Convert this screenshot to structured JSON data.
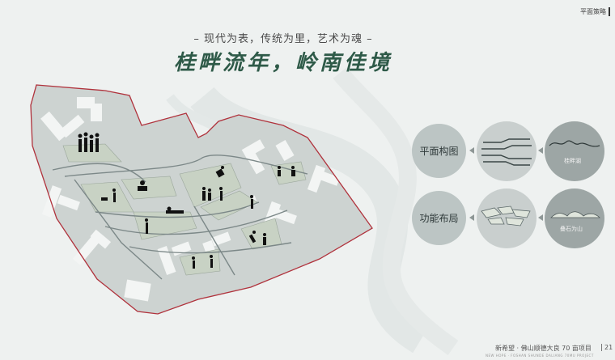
{
  "header": {
    "section_tag": "平面策略",
    "subtitle": "– 现代为表，传统为里，艺术为魂 –",
    "title": "桂畔流年，岭南佳境"
  },
  "diagram": {
    "row1_label": "平面构图",
    "row1_caption": "桂畔湖",
    "row2_label": "功能布局",
    "row2_caption": "叠石为山"
  },
  "footer": {
    "project": "新希望 · 佛山顺德大良 70 亩项目",
    "english": "NEW HOPE · FOSHAN SHUNDE DALIANG 70MU PROJECT",
    "page": "21"
  },
  "colors": {
    "background": "#eef1f0",
    "site_boundary": "#b0323c",
    "lawn": "#c8d2c4",
    "site_fill": "#cdd3d1",
    "title_green": "#2e5a48"
  }
}
